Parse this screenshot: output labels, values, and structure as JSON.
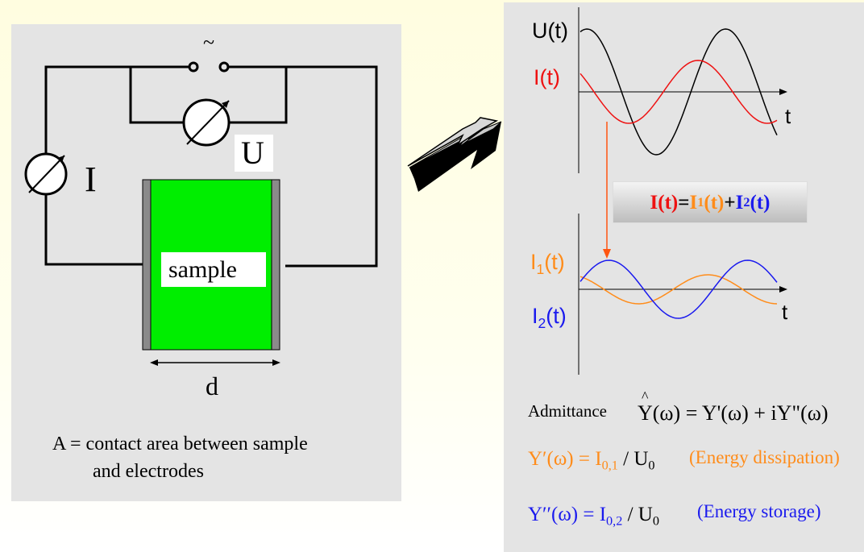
{
  "circuit": {
    "current_meter_label": "I",
    "voltage_meter_label": "U",
    "ac_source_symbol": "~",
    "sample_label": "sample",
    "thickness_label": "d",
    "area_note_line1": "A = contact area between sample",
    "area_note_line2": "and electrodes"
  },
  "top_plot": {
    "u_label": "U(t)",
    "i_label": "I(t)",
    "t_label": "t"
  },
  "sum_box": {
    "i": "I",
    "t_open": "(t)",
    "eq": "=",
    "i1": "I",
    "i1_sub": "1",
    "t1": "(t)",
    "plus": "+",
    "i2": "I",
    "i2_sub": "2",
    "t2": "(t)"
  },
  "bottom_plot": {
    "i1": "I",
    "i1_sub": "1",
    "i1_t": "(t)",
    "i2": "I",
    "i2_sub": "2",
    "i2_t": "(t)",
    "t_label": "t"
  },
  "formulas": {
    "admittance_label": "Admittance",
    "admittance_eq": "Y(ω) = Y'(ω) + iY\"(ω)",
    "hat": "^",
    "real_lhs": "Y′(ω) = I",
    "real_sub": "0,1",
    "real_rhs": " / U",
    "real_rhs_sub": "0",
    "real_note": "(Energy dissipation)",
    "imag_lhs": "Y′′(ω) = I",
    "imag_sub": "0,2",
    "imag_rhs": " / U",
    "imag_rhs_sub": "0",
    "imag_note": "(Energy storage)"
  },
  "colors": {
    "sample_fill": "#00ee00",
    "electrode": "#8a8a8a",
    "u_curve": "#000000",
    "i_curve": "#ee1111",
    "i1_curve": "#ff8c1a",
    "i2_curve": "#1a1aee",
    "arrow_red": "#ff5511"
  }
}
